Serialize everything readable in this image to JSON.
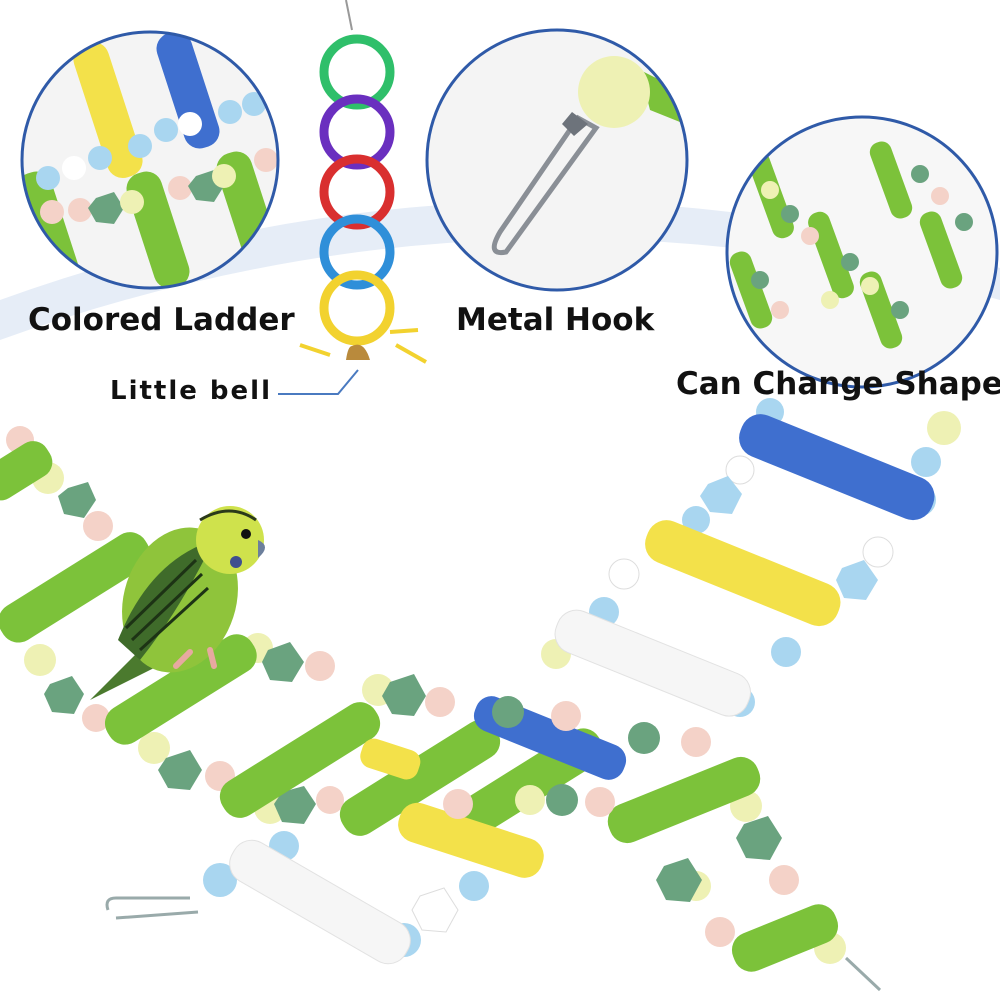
{
  "labels": {
    "colored_ladder": "Colored Ladder",
    "metal_hook": "Metal Hook",
    "little_bell": "Little bell",
    "can_change_shape": "Can Change Shape"
  },
  "colors": {
    "background_arc": "#e4ebf6",
    "circle_border": "#2f5aa8",
    "green": "#7cc23a",
    "blue": "#3f6fcf",
    "yellow": "#f3e14a",
    "white": "#f6f6f6",
    "bead_blue": "#a9d6f0",
    "bead_green": "#6aa37f",
    "bead_pink": "#f4d2c8",
    "bead_cream": "#eef1b4"
  }
}
